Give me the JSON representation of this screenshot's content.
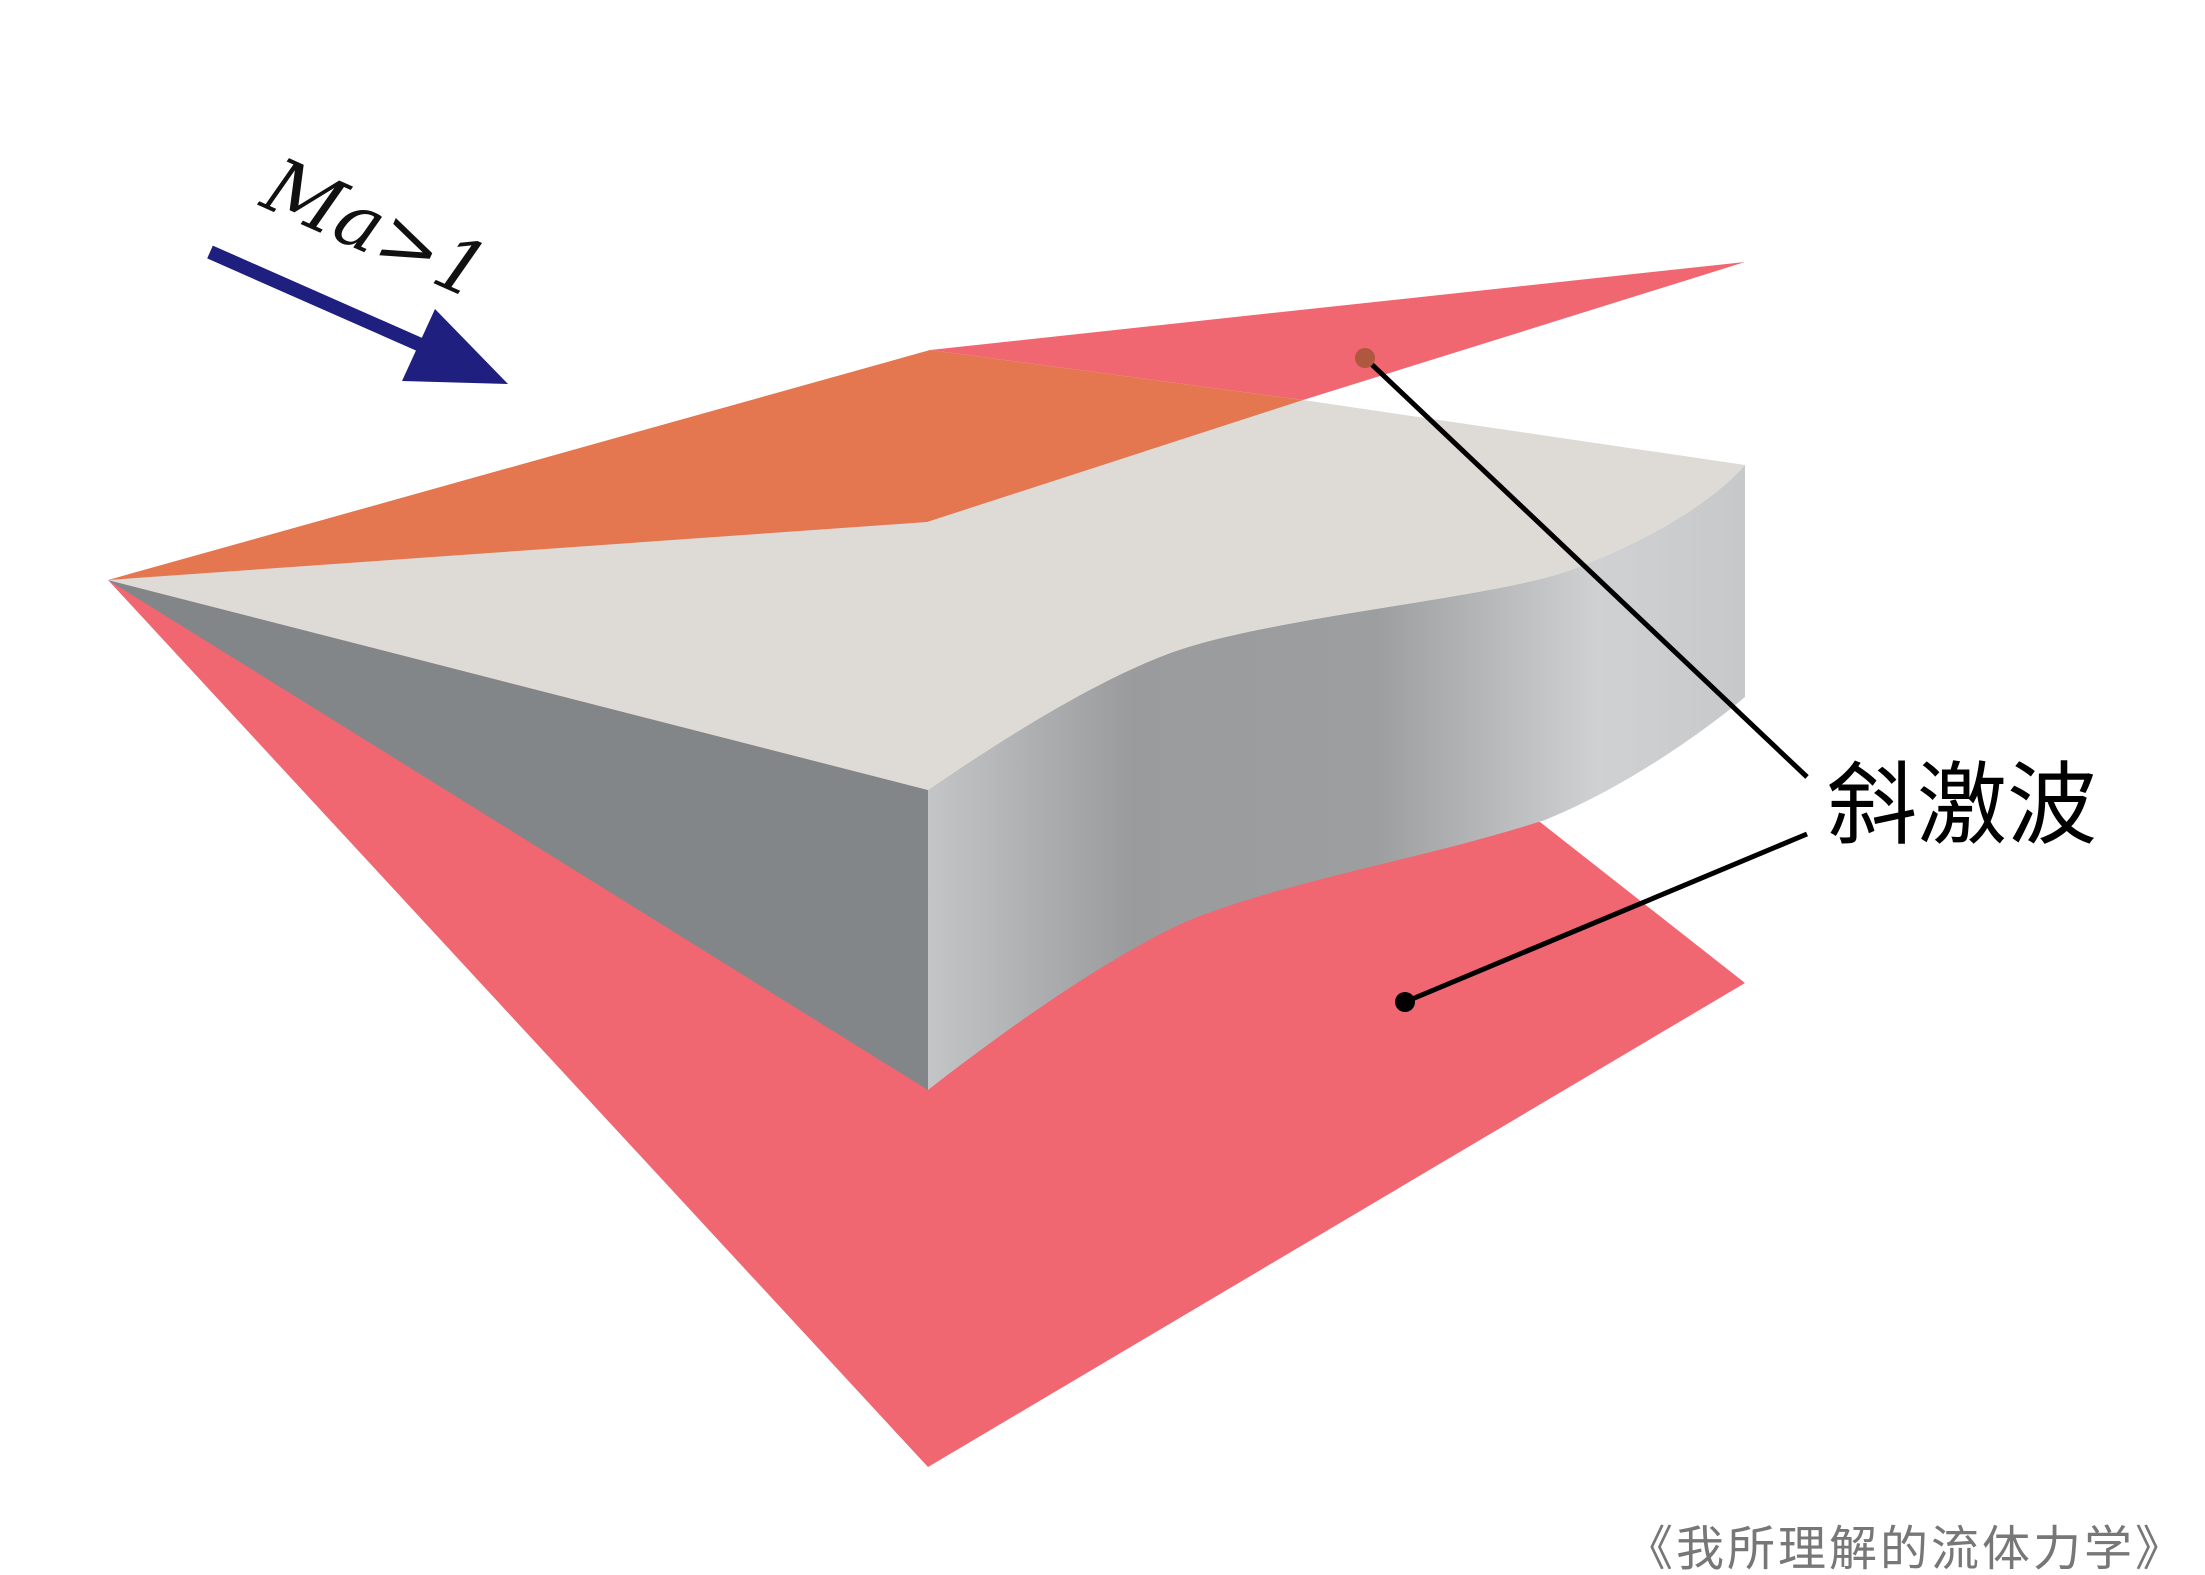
{
  "flow": {
    "label": "Ma>1",
    "arrow_color": "#1f1f7f"
  },
  "callout": {
    "label": "斜激波"
  },
  "source": {
    "label": "《我所理解的流体力学》"
  },
  "colors": {
    "shock_sheet": "#f06671",
    "shock_sheet_front": "#e47650",
    "wedge_top": "#dedad6",
    "wedge_side_dark": "#838688",
    "wedge_side_light": "#cfd1d3",
    "leader_line": "#000000"
  }
}
